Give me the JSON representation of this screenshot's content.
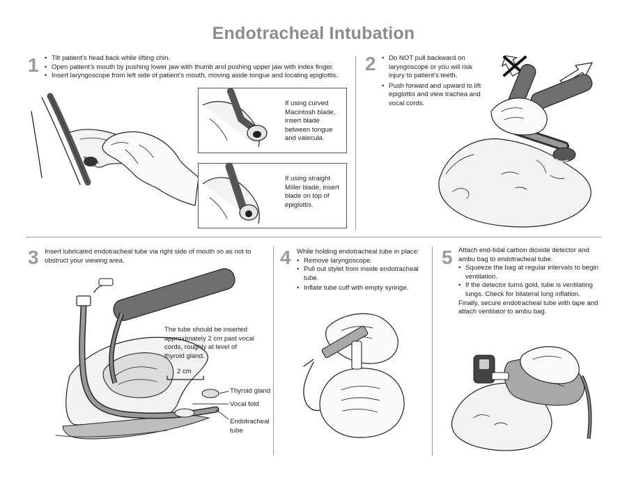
{
  "title": "Endotracheal Intubation",
  "steps": [
    {
      "number": "1",
      "bullets": [
        "Tilt patient’s head back while lifting chin.",
        "Open patient’s mouth by pushing lower jaw with thumb and pushing upper jaw with index finger.",
        "Insert laryngoscope from left side of patient’s mouth, moving aside tongue and locating epiglottis."
      ],
      "insets": [
        {
          "text": "If using curved Macintosh blade, insert blade between tongue and valecula."
        },
        {
          "text": "If using straight Miller blade, insert blade on top of epiglottis."
        }
      ]
    },
    {
      "number": "2",
      "bullets": [
        "Do NOT pull backward on laryngoscope or you will risk injury to patient’s teeth.",
        "Push forward and upward to lift epiglottis and view trachea and vocal cords."
      ]
    },
    {
      "number": "3",
      "text": "Insert lubricated endotracheal tube via right side of mouth so as not to obstruct your viewing area.",
      "note": "The tube should be inserted approximately 2 cm past vocal cords, roughly at level of thyroid gland.",
      "scale_label": "2 cm",
      "labels": [
        "Thyroid gland",
        "Vocal fold",
        "Endotracheal tube"
      ]
    },
    {
      "number": "4",
      "intro": "While holding endotracheal tube in place:",
      "bullets": [
        "Remove laryngoscope.",
        "Pull out stylet from inside endotracheal tube.",
        "Inflate tube cuff with empty syringe."
      ]
    },
    {
      "number": "5",
      "intro": "Attach end-tidal carbon dioxide detector and ambu bag to endotracheal tube.",
      "bullets": [
        "Squeeze the bag at regular intervals to begin ventilation.",
        "If the detector turns gold, tube is ventilating lungs. Check for bilateral lung inflation."
      ],
      "outro": "Finally, secure endotracheal tube with tape and attach ventilator to ambu bag."
    }
  ],
  "colors": {
    "title": "#8c8c8c",
    "number": "#9b9b9b",
    "divider": "#9a9a9a"
  },
  "icons": [
    "crossed-out-arrow-icon",
    "forward-arrow-icon"
  ]
}
